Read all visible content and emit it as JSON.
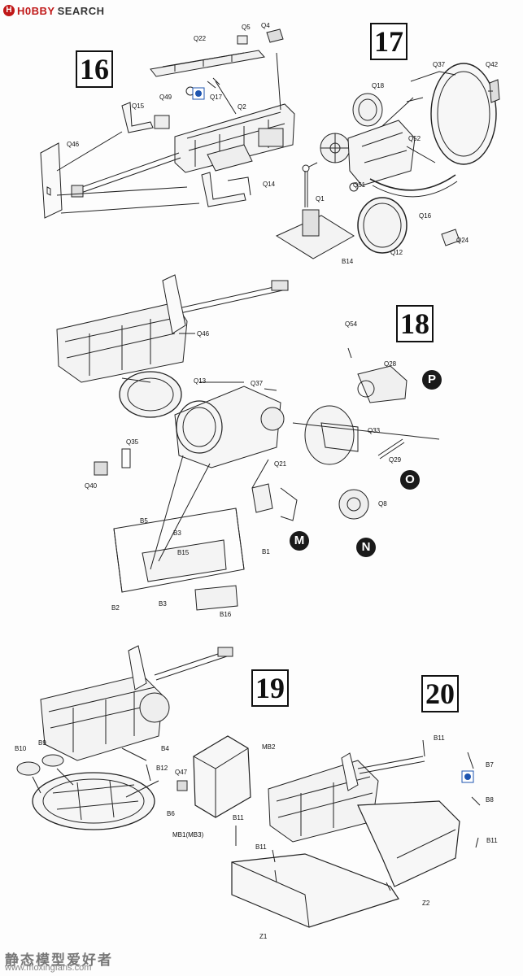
{
  "header": {
    "brand_icon": "H",
    "brand": "H0BBY",
    "search": "SEARCH"
  },
  "steps": {
    "s16": "16",
    "s17": "17",
    "s18": "18",
    "s19": "19",
    "s20": "20"
  },
  "badges": {
    "m": "M",
    "n": "N",
    "o": "O",
    "p": "P"
  },
  "parts": {
    "q22": "Q22",
    "q5": "Q5",
    "q4": "Q4",
    "q49": "Q49",
    "q17": "Q17",
    "q15": "Q15",
    "q2": "Q2",
    "q46a": "Q46",
    "q14": "Q14",
    "q37a": "Q37",
    "q42": "Q42",
    "q18": "Q18",
    "q52": "Q52",
    "q51": "Q51",
    "q1": "Q1",
    "q16": "Q16",
    "q24": "Q24",
    "q12": "Q12",
    "b14": "B14",
    "q46b": "Q46",
    "q54": "Q54",
    "q28": "Q28",
    "q13": "Q13",
    "q37b": "Q37",
    "q33": "Q33",
    "q29": "Q29",
    "q35": "Q35",
    "q40": "Q40",
    "q21": "Q21",
    "q8": "Q8",
    "b5": "B5",
    "b3a": "B3",
    "b15": "B15",
    "b1": "B1",
    "b2": "B2",
    "b3b": "B3",
    "b16": "B16",
    "b10": "B10",
    "b9": "B9",
    "b4": "B4",
    "b12": "B12",
    "q47": "Q47",
    "mb2": "MB2",
    "b6": "B6",
    "mb1": "MB1(MB3)",
    "b11a": "B11",
    "b7": "B7",
    "b8": "B8",
    "b11b": "B11",
    "b11c": "B11",
    "b11d": "B11",
    "z2": "Z2",
    "z1": "Z1"
  },
  "watermark": {
    "cn": "静态模型爱好者",
    "url": "www.moxingfans.com"
  }
}
